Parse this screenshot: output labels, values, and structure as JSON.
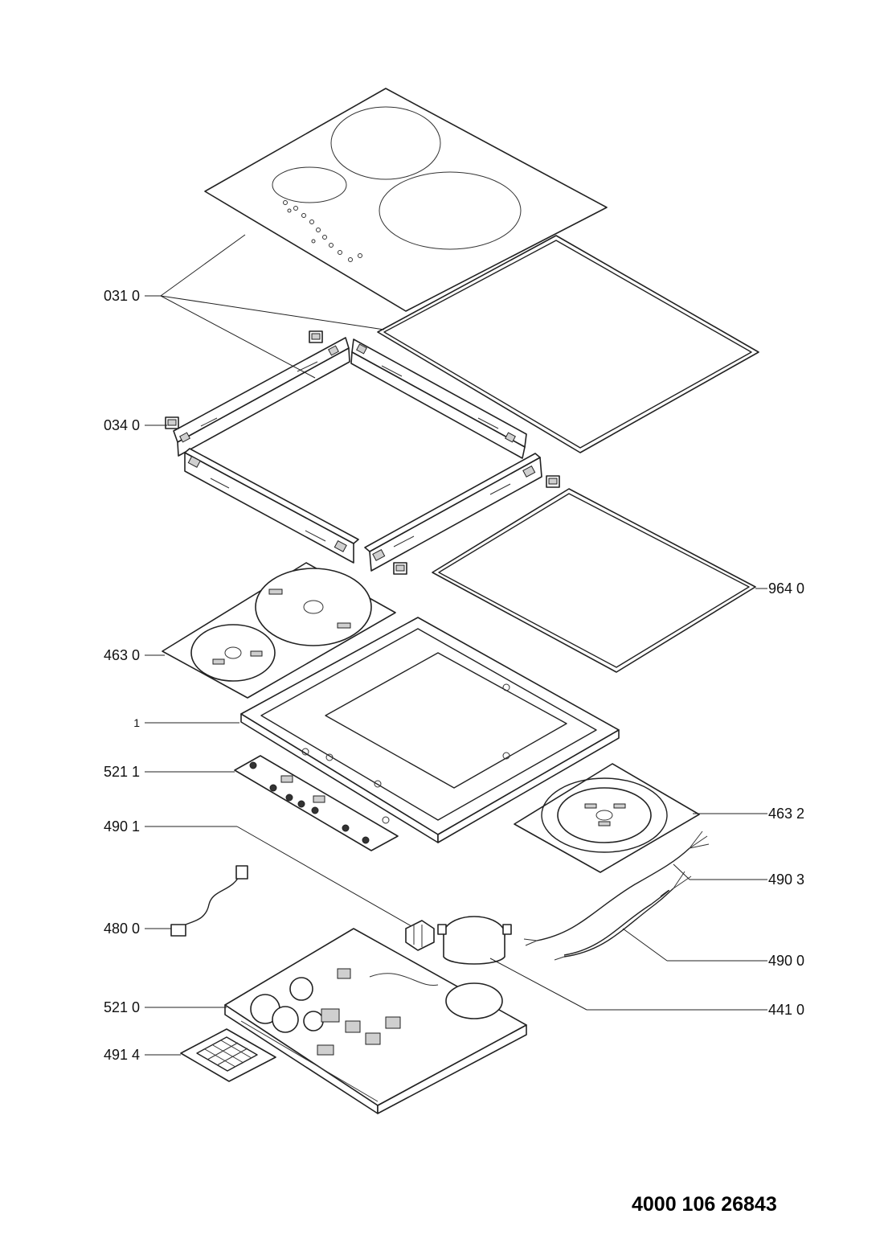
{
  "callouts": {
    "c0310": "031 0",
    "c0340": "034 0",
    "c9640": "964 0",
    "c4630": "463 0",
    "c1": "1",
    "c5211": "521 1",
    "c4632": "463 2",
    "c4901": "490 1",
    "c4903": "490 3",
    "c4800": "480 0",
    "c4900": "490 0",
    "c4410": "441 0",
    "c5210": "521 0",
    "c4914": "491 4"
  },
  "document_number": "4000 106 26843"
}
